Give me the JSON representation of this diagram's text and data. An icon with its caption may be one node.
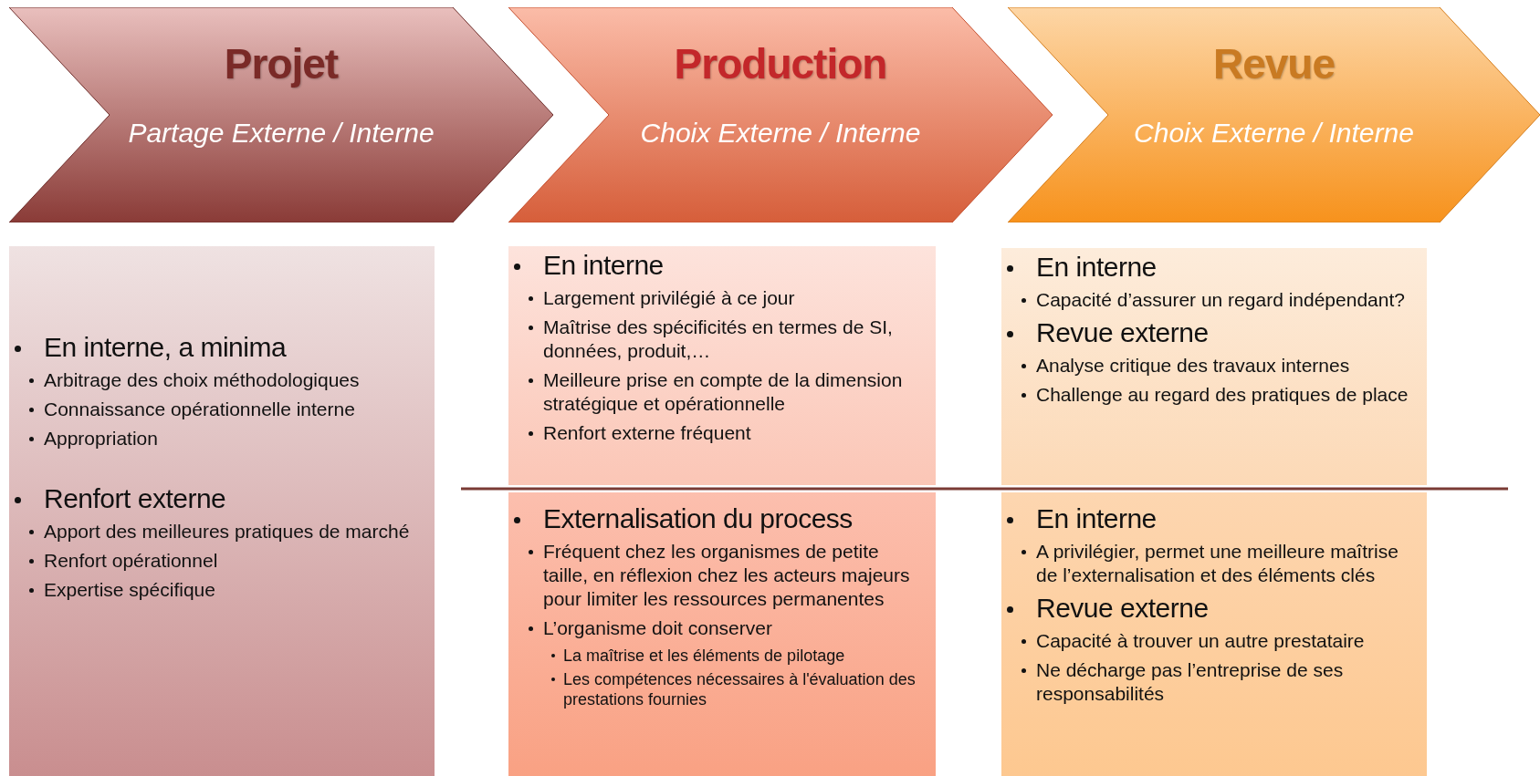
{
  "diagram": {
    "nodes": [
      {
        "text": [
          "Projet",
          "Partage Externe / Interne"
        ]
      },
      {
        "text": [
          "Production",
          "Choix Externe / Interne"
        ]
      },
      {
        "text": [
          "Revue",
          "Choix Externe / Interne"
        ]
      },
      {
        "text": [
          "En interne, a minima",
          "Arbitrage des choix méthodologiques",
          "Connaissance opérationnelle interne",
          "Appropriation",
          "Renfort externe",
          "Apport des meilleures pratiques de marché",
          "Renfort opérationnel",
          "Expertise spécifique"
        ]
      },
      {
        "text": [
          "En interne",
          "Largement privilégié à ce jour",
          "Maîtrise des spécificités en termes de SI, données, produit,…",
          "Meilleure prise en compte de la dimension stratégique et opérationnelle",
          "Renfort externe fréquent"
        ]
      },
      {
        "text": [
          "Externalisation du process",
          "Fréquent chez les organismes de petite taille, en réflexion chez les acteurs majeurs pour limiter les ressources permanentes",
          "L’organisme doit conserver",
          "La maîtrise et les éléments de pilotage",
          "Les compétences nécessaires à l'évaluation des prestations fournies"
        ]
      },
      {
        "text": [
          "En interne",
          "Capacité d’assurer un regard indépendant?",
          "Revue externe",
          "Analyse critique des travaux internes",
          "Challenge au regard des pratiques de place"
        ]
      },
      {
        "text": [
          "En interne",
          "A privilégier, permet une meilleure maîtrise de l’externalisation et des éléments clés",
          "Revue externe",
          "Capacité à trouver un autre prestataire",
          "Ne décharge pas l’entreprise de ses responsabilités"
        ]
      }
    ]
  }
}
